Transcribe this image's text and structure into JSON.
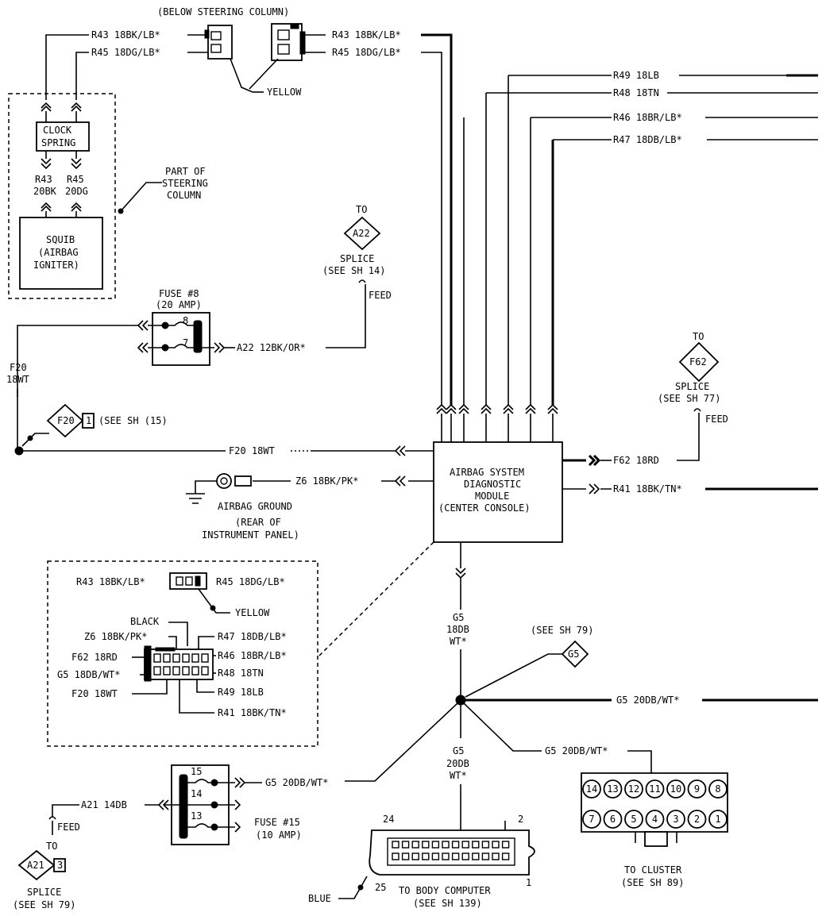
{
  "top_connector": {
    "title": "(BELOW STEERING COLUMN)",
    "wire_r43_left": "R43 18BK/LB*",
    "wire_r45_left": "R45 18DG/LB*",
    "wire_r43_right": "R43 18BK/LB*",
    "wire_r45_right": "R45 18DG/LB*",
    "color": "YELLOW"
  },
  "steering": {
    "clock_spring": [
      "CLOCK",
      "SPRING"
    ],
    "r43_label": [
      "R43",
      "20BK"
    ],
    "r45_label": [
      "R45",
      "20DG"
    ],
    "squib": [
      "SQUIB",
      "(AIRBAG",
      "IGNITER)"
    ],
    "part_of": [
      "PART OF",
      "STEERING",
      "COLUMN"
    ]
  },
  "right_wires": [
    "R49 18LB",
    "R48 18TN",
    "R46 18BR/LB*",
    "R47 18DB/LB*"
  ],
  "splice_a22": {
    "to": "TO",
    "id": "A22",
    "lines": [
      "SPLICE",
      "(SEE SH 14)"
    ],
    "feed": "FEED"
  },
  "fuse8": {
    "title": [
      "FUSE #8",
      "(20 AMP)"
    ],
    "pin_top": "8",
    "pin_bottom": "7",
    "wire": "A22 12BK/OR*"
  },
  "f20": {
    "vert_label": [
      "F20",
      "18WT"
    ],
    "tag": "F20",
    "tag_num": "1",
    "see": "(SEE SH (15)",
    "wire": "F20 18WT"
  },
  "splice_f62": {
    "to": "TO",
    "id": "F62",
    "lines": [
      "SPLICE",
      "(SEE SH 77)"
    ],
    "feed": "FEED",
    "wire": "F62 18RD"
  },
  "module": {
    "lines": [
      "AIRBAG SYSTEM",
      "DIAGNOSTIC",
      "MODULE",
      "(CENTER CONSOLE)"
    ]
  },
  "ground": {
    "wire": "Z6 18BK/PK*",
    "label": "AIRBAG GROUND",
    "location": [
      "(REAR OF",
      "INSTRUMENT PANEL)"
    ]
  },
  "r41_wire": "R41 18BK/TN*",
  "g5_vertical": [
    "G5",
    "18DB",
    "WT*"
  ],
  "g5_ref": {
    "see": "(SEE SH 79)",
    "tag": "G5"
  },
  "g5_right": "G5 20DB/WT*",
  "g5_center": [
    "G5",
    "20DB",
    "WT*"
  ],
  "g5_cluster_wire": "G5 20DB/WT*",
  "detail": {
    "r43": "R43 18BK/LB*",
    "r45": "R45 18DG/LB*",
    "yellow": "YELLOW",
    "black": "BLACK",
    "left_labels": [
      "Z6 18BK/PK*",
      "F62 18RD",
      "G5 18DB/WT*",
      "F20 18WT"
    ],
    "right_labels": [
      "R47 18DB/LB*",
      "R46 18BR/LB*",
      "R48 18TN",
      "R49 18LB",
      "R41 18BK/TN*"
    ]
  },
  "fuse15": {
    "pins": [
      "15",
      "14",
      "13"
    ],
    "wire_g5": "G5 20DB/WT*",
    "wire_a21": "A21 14DB",
    "title": [
      "FUSE #15",
      "(10 AMP)"
    ]
  },
  "splice_a21": {
    "feed": "FEED",
    "to": "TO",
    "id": "A21",
    "num": "3",
    "lines": [
      "SPLICE",
      "(SEE SH 79)"
    ]
  },
  "body_computer": {
    "pin_24": "24",
    "pin_2": "2",
    "pin_25": "25",
    "pin_1": "1",
    "label": [
      "TO BODY COMPUTER",
      "(SEE SH 139)"
    ],
    "blue": "BLUE"
  },
  "cluster": {
    "top_pins": [
      "14",
      "13",
      "12",
      "11",
      "10",
      "9",
      "8"
    ],
    "bottom_pins": [
      "7",
      "6",
      "5",
      "4",
      "3",
      "2",
      "1"
    ],
    "label": [
      "TO CLUSTER",
      "(SEE SH 89)"
    ]
  }
}
